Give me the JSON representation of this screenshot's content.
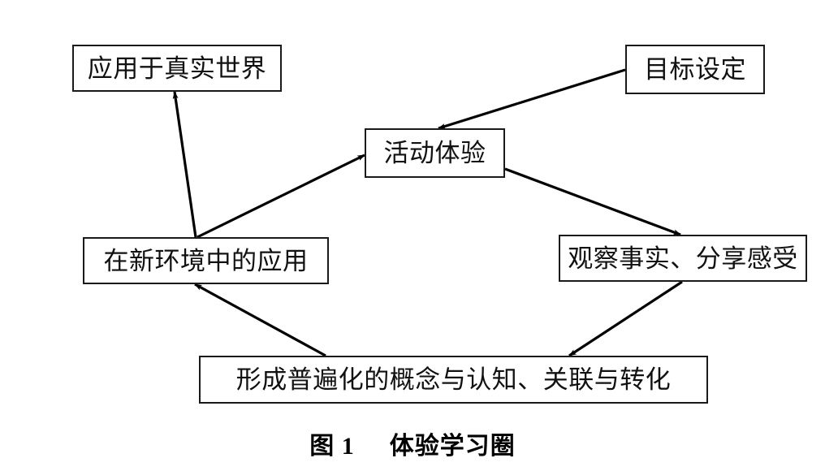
{
  "figure": {
    "caption_number": "图 1",
    "caption_title": "体验学习圈",
    "type": "cycle-diagram",
    "box_border_color": "#1a1a1a",
    "background_color": "#ffffff",
    "arrow_color": "#000000"
  },
  "nodes": [
    {
      "id": "apply-real-world",
      "label": "应用于真实世界"
    },
    {
      "id": "goal-setting",
      "label": "目标设定"
    },
    {
      "id": "activity-experience",
      "label": "活动体验"
    },
    {
      "id": "observe-share",
      "label": "观察事实、分享感受"
    },
    {
      "id": "apply-new-env",
      "label": "在新环境中的应用"
    },
    {
      "id": "conceptualize",
      "label": "形成普遍化的概念与认知、关联与转化"
    }
  ],
  "edges": [
    {
      "id": "goal-to-activity",
      "from": "goal-setting",
      "to": "activity-experience"
    },
    {
      "id": "activity-to-observe",
      "from": "activity-experience",
      "to": "observe-share"
    },
    {
      "id": "observe-to-conceptualize",
      "from": "observe-share",
      "to": "conceptualize"
    },
    {
      "id": "conceptualize-to-newenv",
      "from": "conceptualize",
      "to": "apply-new-env"
    },
    {
      "id": "newenv-to-activity",
      "from": "apply-new-env",
      "to": "activity-experience"
    },
    {
      "id": "newenv-to-realworld",
      "from": "apply-new-env",
      "to": "apply-real-world"
    }
  ]
}
